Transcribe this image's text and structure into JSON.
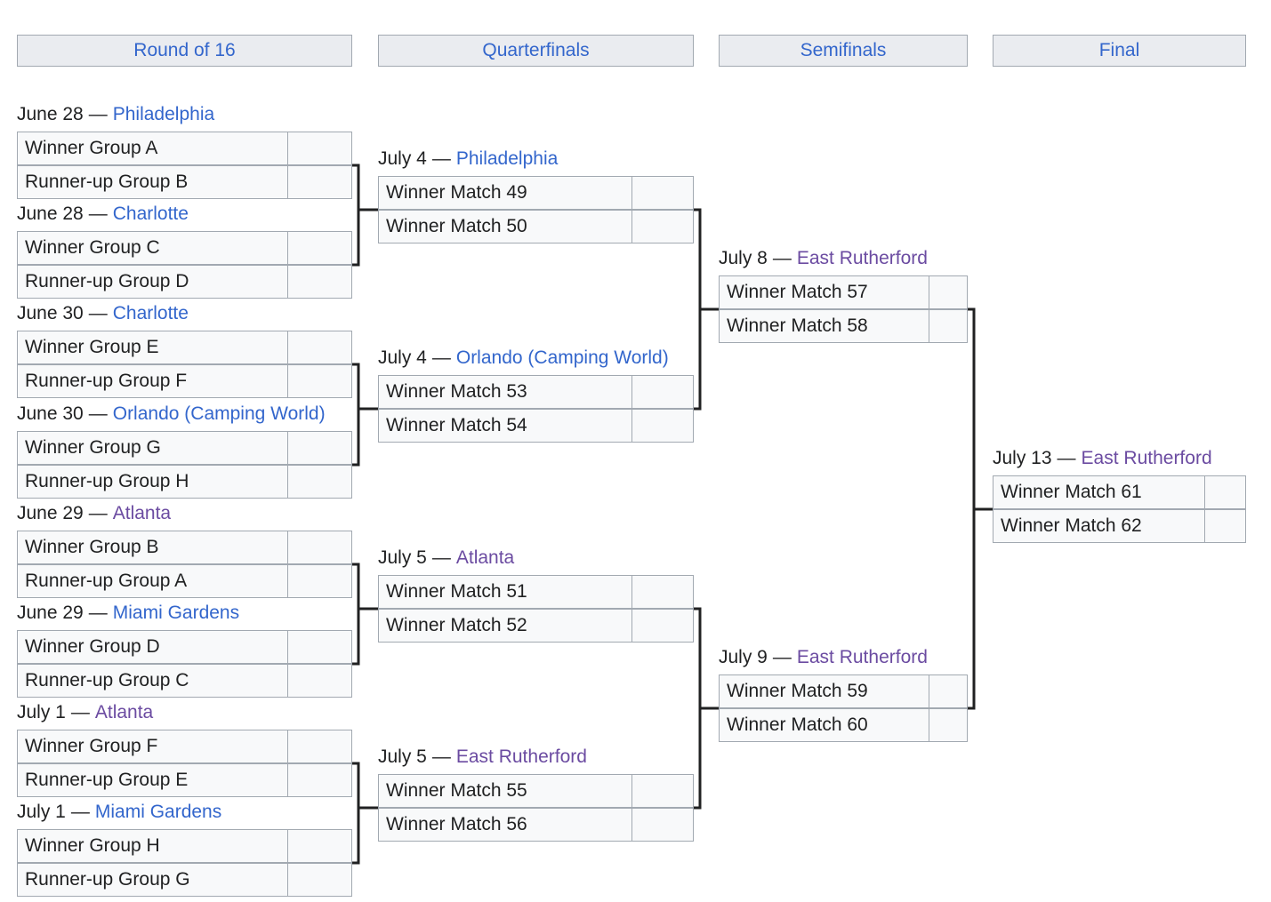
{
  "rounds": [
    {
      "label": "Round of 16"
    },
    {
      "label": "Quarterfinals"
    },
    {
      "label": "Semifinals"
    },
    {
      "label": "Final"
    }
  ],
  "r16": [
    {
      "date": "June 28",
      "venue": "Philadelphia",
      "visited": false,
      "teams": [
        "Winner Group A",
        "Runner-up Group B"
      ]
    },
    {
      "date": "June 28",
      "venue": "Charlotte",
      "visited": false,
      "teams": [
        "Winner Group C",
        "Runner-up Group D"
      ]
    },
    {
      "date": "June 30",
      "venue": "Charlotte",
      "visited": false,
      "teams": [
        "Winner Group E",
        "Runner-up Group F"
      ]
    },
    {
      "date": "June 30",
      "venue": "Orlando (Camping World)",
      "visited": false,
      "teams": [
        "Winner Group G",
        "Runner-up Group H"
      ]
    },
    {
      "date": "June 29",
      "venue": "Atlanta",
      "visited": true,
      "teams": [
        "Winner Group B",
        "Runner-up Group A"
      ]
    },
    {
      "date": "June 29",
      "venue": "Miami Gardens",
      "visited": false,
      "teams": [
        "Winner Group D",
        "Runner-up Group C"
      ]
    },
    {
      "date": "July 1",
      "venue": "Atlanta",
      "visited": true,
      "teams": [
        "Winner Group F",
        "Runner-up Group E"
      ]
    },
    {
      "date": "July 1",
      "venue": "Miami Gardens",
      "visited": false,
      "teams": [
        "Winner Group H",
        "Runner-up Group G"
      ]
    }
  ],
  "qf": [
    {
      "date": "July 4",
      "venue": "Philadelphia",
      "visited": false,
      "teams": [
        "Winner Match 49",
        "Winner Match 50"
      ]
    },
    {
      "date": "July 4",
      "venue": "Orlando (Camping World)",
      "visited": false,
      "teams": [
        "Winner Match 53",
        "Winner Match 54"
      ]
    },
    {
      "date": "July 5",
      "venue": "Atlanta",
      "visited": true,
      "teams": [
        "Winner Match 51",
        "Winner Match 52"
      ]
    },
    {
      "date": "July 5",
      "venue": "East Rutherford",
      "visited": true,
      "teams": [
        "Winner Match 55",
        "Winner Match 56"
      ]
    }
  ],
  "sf": [
    {
      "date": "July 8",
      "venue": "East Rutherford",
      "visited": true,
      "teams": [
        "Winner Match 57",
        "Winner Match 58"
      ]
    },
    {
      "date": "July 9",
      "venue": "East Rutherford",
      "visited": true,
      "teams": [
        "Winner Match 59",
        "Winner Match 60"
      ]
    }
  ],
  "final": [
    {
      "date": "July 13",
      "venue": "East Rutherford",
      "visited": true,
      "teams": [
        "Winner Match 61",
        "Winner Match 62"
      ]
    }
  ],
  "separator": "—",
  "colors": {
    "link": "#3366cc",
    "visited_link": "#6b4ba1",
    "box_bg": "#f8f9fa",
    "header_bg": "#eaecf0",
    "border": "#a2a9b1",
    "connector": "#202122"
  }
}
